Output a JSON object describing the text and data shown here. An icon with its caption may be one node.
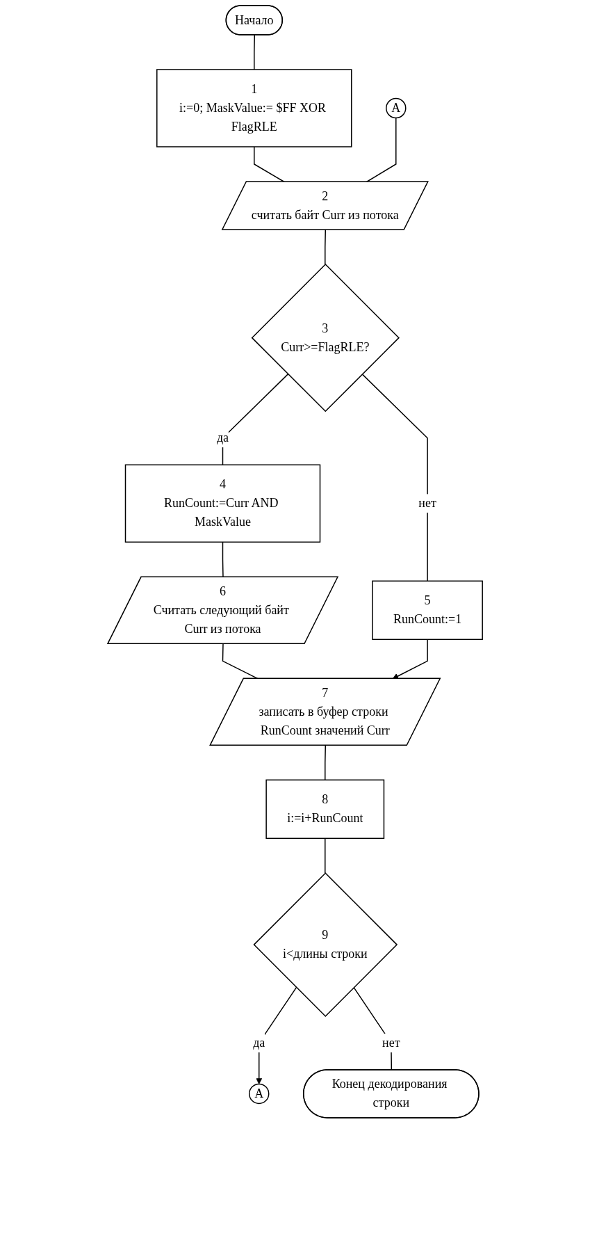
{
  "diagram": {
    "nodes": [
      {
        "text": [
          "Начало"
        ]
      },
      {
        "text": [
          "1",
          "i:=0; MaskValue:= $FF XOR FlagRLE"
        ]
      },
      {
        "text": [
          "A"
        ]
      },
      {
        "text": [
          "2",
          "считать байт Curr из потока"
        ]
      },
      {
        "text": [
          "3",
          "Curr>=FlagRLE?"
        ]
      },
      {
        "text": [
          "4",
          "RunCount:=Curr AND MaskValue"
        ]
      },
      {
        "text": [
          "5",
          "RunCount:=1"
        ]
      },
      {
        "text": [
          "6",
          "Считать следующий байт Curr из потока"
        ]
      },
      {
        "text": [
          "7",
          "записать в буфер строки RunCount значений Curr"
        ]
      },
      {
        "text": [
          "8",
          "i:=i+RunCount"
        ]
      },
      {
        "text": [
          "9",
          "i<длины строки"
        ]
      },
      {
        "text": [
          "A"
        ]
      },
      {
        "text": [
          "Конец декодирования строки"
        ]
      }
    ],
    "edges": [
      {
        "from": 0,
        "to": 1,
        "arrow": "none"
      },
      {
        "from": 1,
        "to": 3,
        "arrow": "none"
      },
      {
        "from": 2,
        "to": 3,
        "arrow": "none"
      },
      {
        "from": 3,
        "to": 4,
        "arrow": "none"
      },
      {
        "from": 4,
        "to": 6,
        "arrow": "none",
        "label": "нет"
      },
      {
        "from": 4,
        "to": 5,
        "arrow": "none",
        "label": "да"
      },
      {
        "from": 5,
        "to": 7,
        "arrow": "none"
      },
      {
        "from": 7,
        "to": 8,
        "arrow": "none"
      },
      {
        "from": 6,
        "to": 8,
        "arrow": "to"
      },
      {
        "from": 8,
        "to": 9,
        "arrow": "none"
      },
      {
        "from": 9,
        "to": 10,
        "arrow": "none"
      },
      {
        "from": 10,
        "to": 11,
        "arrow": "to",
        "label": "да"
      },
      {
        "from": 10,
        "to": 12,
        "arrow": "none",
        "label": "нет"
      }
    ]
  }
}
